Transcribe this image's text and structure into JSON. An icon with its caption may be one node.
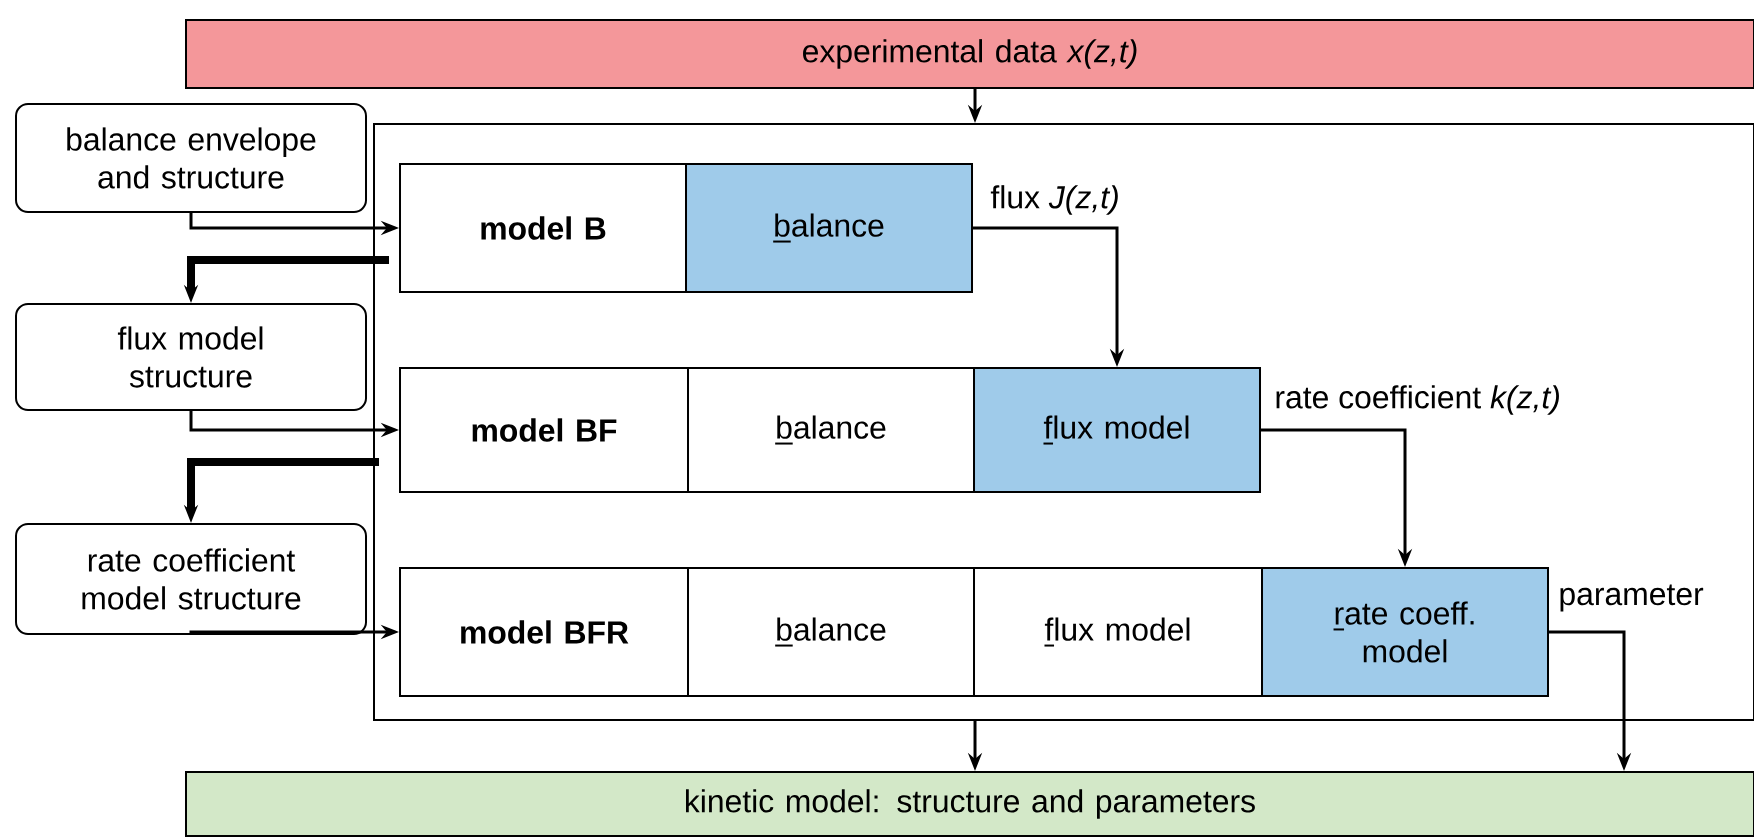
{
  "diagram": {
    "nodes": [
      {
        "text": [
          "experimental data  *x(z,t)*"
        ]
      },
      {
        "text": [],
        "shape": "box"
      },
      {
        "text": [
          "model B"
        ],
        "in": 1
      },
      {
        "text": [
          "balance"
        ],
        "in": 1
      },
      {
        "text": [
          "model BF"
        ],
        "in": 1
      },
      {
        "text": [
          "balance"
        ],
        "in": 1
      },
      {
        "text": [
          "flux model"
        ],
        "in": 1
      },
      {
        "text": [
          "model BFR"
        ],
        "in": 1
      },
      {
        "text": [
          "balance"
        ],
        "in": 1
      },
      {
        "text": [
          "flux model"
        ],
        "in": 1
      },
      {
        "text": [
          "rate coeff. model"
        ],
        "in": 1
      },
      {
        "text": [
          "balance envelope and structure"
        ]
      },
      {
        "text": [
          "flux model structure"
        ]
      },
      {
        "text": [
          "rate coefficient model structure"
        ]
      },
      {
        "text": [
          "kinetic model: structure and parameters"
        ]
      }
    ],
    "edges": [
      {
        "from": 0,
        "to": 1,
        "arrow": "to"
      },
      {
        "from": 11,
        "to": 2,
        "arrow": "to"
      },
      {
        "from": 2,
        "to": 12,
        "arrow": "to",
        "style": "thick"
      },
      {
        "from": 12,
        "to": 4,
        "arrow": "to"
      },
      {
        "from": 4,
        "to": 13,
        "arrow": "to",
        "style": "thick"
      },
      {
        "from": 13,
        "to": 7,
        "arrow": "to"
      },
      {
        "from": 3,
        "to": 6,
        "arrow": "to",
        "label": "flux *J(z,t)*"
      },
      {
        "from": 6,
        "to": 10,
        "arrow": "to",
        "label": "rate coefficient *k(z,t)*"
      },
      {
        "from": 10,
        "to": 14,
        "arrow": "to",
        "label": "parameter"
      },
      {
        "from": 1,
        "to": 14,
        "arrow": "to"
      }
    ]
  }
}
